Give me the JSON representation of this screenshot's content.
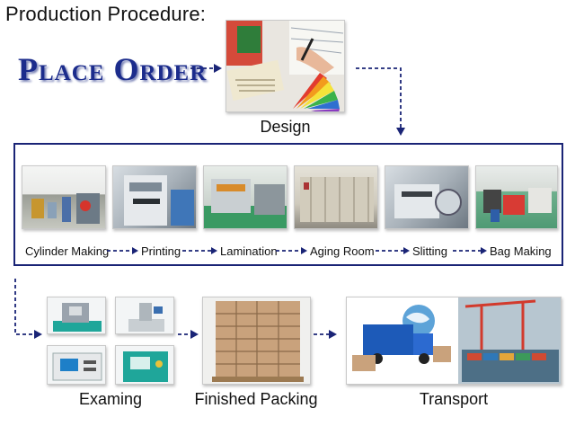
{
  "heading": "Production Procedure:",
  "place_order": "Place Order",
  "design": {
    "label": "Design"
  },
  "process_steps": [
    {
      "label": "Cylinder Making"
    },
    {
      "label": "Printing"
    },
    {
      "label": "Lamination"
    },
    {
      "label": "Aging Room"
    },
    {
      "label": "Slitting"
    },
    {
      "label": "Bag Making"
    }
  ],
  "bottom_stages": [
    {
      "label": "Examing"
    },
    {
      "label": "Finished Packing"
    },
    {
      "label": "Transport"
    }
  ],
  "colors": {
    "arrow": "#1a2476",
    "place_order": "#1c2c8c",
    "box_border": "#1a2476"
  }
}
